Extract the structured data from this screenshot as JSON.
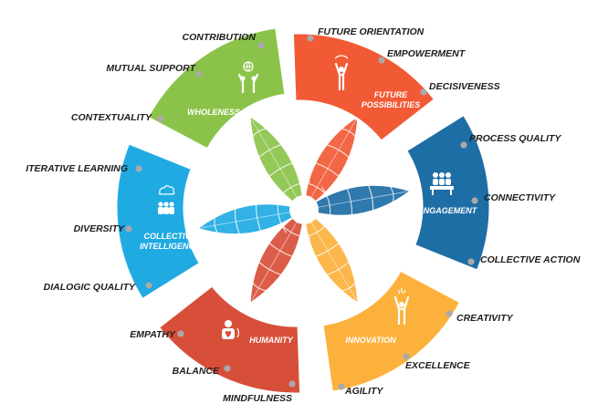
{
  "segments": [
    {
      "id": "future-possibilities",
      "title_lines": [
        "FUTURE",
        "POSSIBILITIES"
      ],
      "color": "#f15a35",
      "icon": "raised-arms-sun-icon",
      "labels": [
        "FUTURE ORIENTATION",
        "EMPOWERMENT",
        "DECISIVENESS"
      ]
    },
    {
      "id": "engagement",
      "title_lines": [
        "ENGAGEMENT"
      ],
      "color": "#1e6ea6",
      "icon": "group-at-table-icon",
      "labels": [
        "PROCESS QUALITY",
        "CONNECTIVITY",
        "COLLECTIVE ACTION"
      ]
    },
    {
      "id": "innovation",
      "title_lines": [
        "INNOVATION"
      ],
      "color": "#fbb13c",
      "icon": "person-lightbulb-icon",
      "labels": [
        "CREATIVITY",
        "EXCELLENCE",
        "AGILITY"
      ]
    },
    {
      "id": "humanity",
      "title_lines": [
        "HUMANITY"
      ],
      "color": "#d84f39",
      "icon": "person-heart-icon",
      "labels": [
        "MINDFULNESS",
        "BALANCE",
        "EMPATHY"
      ]
    },
    {
      "id": "collective-intelligence",
      "title_lines": [
        "COLLECTIVE",
        "INTELLIGENCE"
      ],
      "color": "#20aae2",
      "icon": "cloud-people-icon",
      "labels": [
        "DIALOGIC QUALITY",
        "DIVERSITY",
        "ITERATIVE LEARNING"
      ]
    },
    {
      "id": "wholeness",
      "title_lines": [
        "WHOLENESS"
      ],
      "color": "#8bc34a",
      "icon": "globe-people-icon",
      "labels": [
        "CONTEXTUALITY",
        "MUTUAL SUPPORT",
        "CONTRIBUTION"
      ]
    }
  ]
}
